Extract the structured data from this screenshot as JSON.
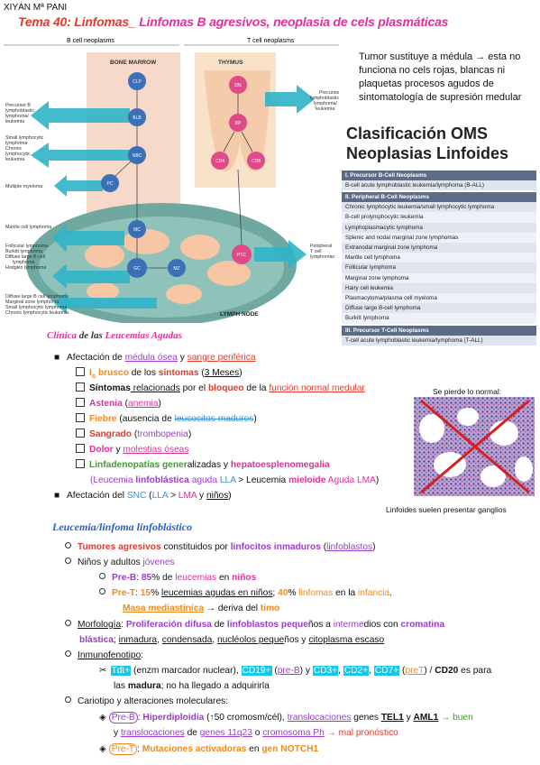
{
  "author": "XIYÁN Mª PANI",
  "title": {
    "part1": "Tema 40: ",
    "part2": "Linfomas_ ",
    "part3": "Linfomas B agresivos, ",
    "part4": "neoplasia de cels plasmáticas"
  },
  "figure": {
    "b_header": "B cell neoplasms",
    "t_header": "T cell neoplasms",
    "bone_marrow": "BONE MARROW",
    "thymus": "THYMUS",
    "lymph_node": "LYMPH NODE",
    "cells": {
      "clp": "CLP",
      "blb": "BLB",
      "nbc": "NBC",
      "pc": "PC",
      "mc": "MC",
      "gc": "GC",
      "mz": "MZ",
      "dn": "DN",
      "dp": "DP",
      "cd4": "CD4",
      "cd8": "CD8",
      "ptc": "PTC"
    },
    "labels_left": [
      "Precursor B lymphoblastic lymphoma/ leukemia",
      "Small lymphocytic lymphoma Chronic lymphocytic leukemia",
      "Multiple myeloma",
      "Mantle cell lymphoma",
      "Follicular lymphoma Burkitt lymphoma Diffuse large B cell lymphoma Hodgkin lymphoma",
      "Diffuse large B cell lymphoma Marginal zone lymphoma Small lymphocytic lymphoma Chronic lymphocytic leukemia"
    ],
    "label_pt": "Precursor T lymphoblastic lymphoma/ leukemia",
    "label_ptcl": "Peripheral T cell lymphomas",
    "colors": {
      "bm_bg": "#f7d9c9",
      "thymus_bg": "#f9e3c8",
      "node": "#6fa8a0",
      "arrow": "#2fb4c8",
      "bcell": "#3b6fb6",
      "tcell": "#e04a8a"
    }
  },
  "note": "Tumor sustituye a médula → esta no funciona no cels rojas, blancas ni plaquetas procesos agudos de sintomatología de supresión medular",
  "oms": {
    "title1": "Clasificación OMS",
    "title2": "Neoplasias Linfoides",
    "h1": "I. Precursor B-Cell Neoplasms",
    "h1_rows": [
      "B-cell acute lymphoblastic leukemia/lymphoma (B-ALL)"
    ],
    "h2": "II. Peripheral B-Cell Neoplasms",
    "h2_rows": [
      "Chronic lymphocytic leukemia/small lymphocytic lymphoma",
      "B-cell prolymphocytic leukemia",
      "Lymphoplasmacytic lymphoma",
      "Splenic and nodal marginal zone lymphomas",
      "Extranodal marginal zone lymphoma",
      "Mantle cell lymphoma",
      "Follicular lymphoma",
      "Marginal zone lymphoma",
      "Hairy cell leukemia",
      "Plasmacytoma/plasma cell myeloma",
      "Diffuse large B-cell lymphoma",
      "Burkitt lymphoma"
    ],
    "h3": "III. Precursor T-Cell Neoplasms",
    "h3_rows": [
      "T-cell acute lymphoblastic leukemia/lymphoma (T-ALL)"
    ]
  },
  "clinica": {
    "t1": "Clínica ",
    "t2": "de las ",
    "t3": "Leucemias Agudas"
  },
  "lines": {
    "a1a": "Afectación de ",
    "a1b": "médula ósea",
    "a1c": " y ",
    "a1d": "sangre periférica",
    "a2a": "I",
    "a2b": "o",
    "a2c": " brusco",
    "a2d": " de los ",
    "a2e": "síntomas",
    "a2f": " (",
    "a2g": "3 Meses",
    "a2h": ")",
    "a3a": "Síntomas",
    "a3b": " relacionads",
    "a3c": " por el ",
    "a3d": "bloqueo",
    "a3e": " de la ",
    "a3f": "función normal medular",
    "a4a": "Astenia",
    "a4b": " (",
    "a4c": "anemia",
    "a4d": ")",
    "a5a": "Fiebre",
    "a5b": " (ausencia de ",
    "a5c": "leucocitos maduros",
    "a5d": ")",
    "a6a": "Sangrado",
    "a6b": " (",
    "a6c": "trombopenia",
    "a6d": ")",
    "a7a": "Dolor",
    "a7b": " y ",
    "a7c": "molestias óseas",
    "a8a": "Linfadenopatías gener",
    "a8b": "alizadas y ",
    "a8c": "hepatoesplenomegalia",
    "a9a": "(Leucemia ",
    "a9b": "linfoblástica",
    "a9c": " aguda ",
    "a9d": "LLA",
    "a9e": " > Leucemia ",
    "a9f": "mieloide",
    "a9g": " Aguda ",
    "a9h": "LMA",
    "a9i": ")",
    "a10a": "Afectación del ",
    "a10b": "SNC",
    "a10c": " (",
    "a10d": "LLA",
    "a10e": " > ",
    "a10f": "LMA",
    "a10g": " y ",
    "a10h": "niños",
    "a10i": ")"
  },
  "histo_caption": "Se pierde lo normal:",
  "ganglios": "Linfoides suelen presentar ganglios",
  "leucemia": {
    "title": "Leucemia/linfoma linfoblástico",
    "l1a": "Tumores agresivos",
    "l1b": " constituidos por ",
    "l1c": "linfocitos inmaduros",
    "l1d": " (",
    "l1e": "linfoblastos",
    "l1f": ")",
    "l2a": "Niños y adultos ",
    "l2b": "jóvenes",
    "l3a": "Pre-B",
    "l3b": ": ",
    "l3c": "85",
    "l3d": "% de ",
    "l3e": "leucemias",
    "l3f": " en ",
    "l3g": "niños",
    "l4a": "Pre-T",
    "l4b": ": ",
    "l4c": "15",
    "l4d": "% ",
    "l4e": "leucemias agudas en niños",
    "l4f": "; ",
    "l4g": "40",
    "l4h": "% ",
    "l4i": "linfomas",
    "l4j": " en la ",
    "l4k": "infancia",
    "l5a": "Masa mediastínica",
    "l5b": " → deriva del ",
    "l5c": "timo",
    "l6a": "Morfología",
    "l6b": ": ",
    "l6c": "Proliferación difusa",
    "l6d": " de ",
    "l6e": "linfoblastos peque",
    "l6f": "ños a ",
    "l6g": "interme",
    "l6h": "dios con ",
    "l6i": "cromatina",
    "l7a": "blástica",
    "l7b": "; ",
    "l7c": "inmadura",
    "l7d": ", ",
    "l7e": "condensada",
    "l7f": ", ",
    "l7g": "nucléolos peque",
    "l7h": "ños y ",
    "l7i": "citoplasma escaso",
    "l8a": "Inmunofenotipo",
    "l9a": "Tdt+",
    "l9b": " (enzm marcador nuclear), ",
    "l9c": "CD19+",
    "l9d": " (",
    "l9e": "pre-B",
    "l9f": ") y ",
    "l9g": "CD3+",
    "l9h": ", ",
    "l9i": "CD2+",
    "l9j": ", ",
    "l9k": "CD7+",
    "l9l": " (",
    "l9m": "preT",
    "l9n": ") / ",
    "l9o": "CD20",
    "l9p": " es para",
    "l10a": "las ",
    "l10b": "madura",
    "l10c": "; no ha llegado a adquirirla",
    "l11a": "Cariotipo y alteraciones moleculares:",
    "l12a": "Pre-B",
    "l12b": ": ",
    "l12c": "Hiperdiploidía",
    "l12d": " (↑50 cromosm/cél), ",
    "l12e": "translocaciones",
    "l12f": " genes ",
    "l12g": "TEL1",
    "l12h": " y ",
    "l12i": "AML1",
    "l12j": " → buen",
    "l13a": "y ",
    "l13b": "translocaciones",
    "l13c": " de ",
    "l13d": "genes 11q23",
    "l13e": " o ",
    "l13f": "cromosoma Ph",
    "l13g": " → mal pronóstico",
    "l14a": "Pre-T",
    "l14b": ": ",
    "l14c": "Mutaciones activadoras",
    "l14d": " en ",
    "l14e": "gen NOTCH1"
  }
}
